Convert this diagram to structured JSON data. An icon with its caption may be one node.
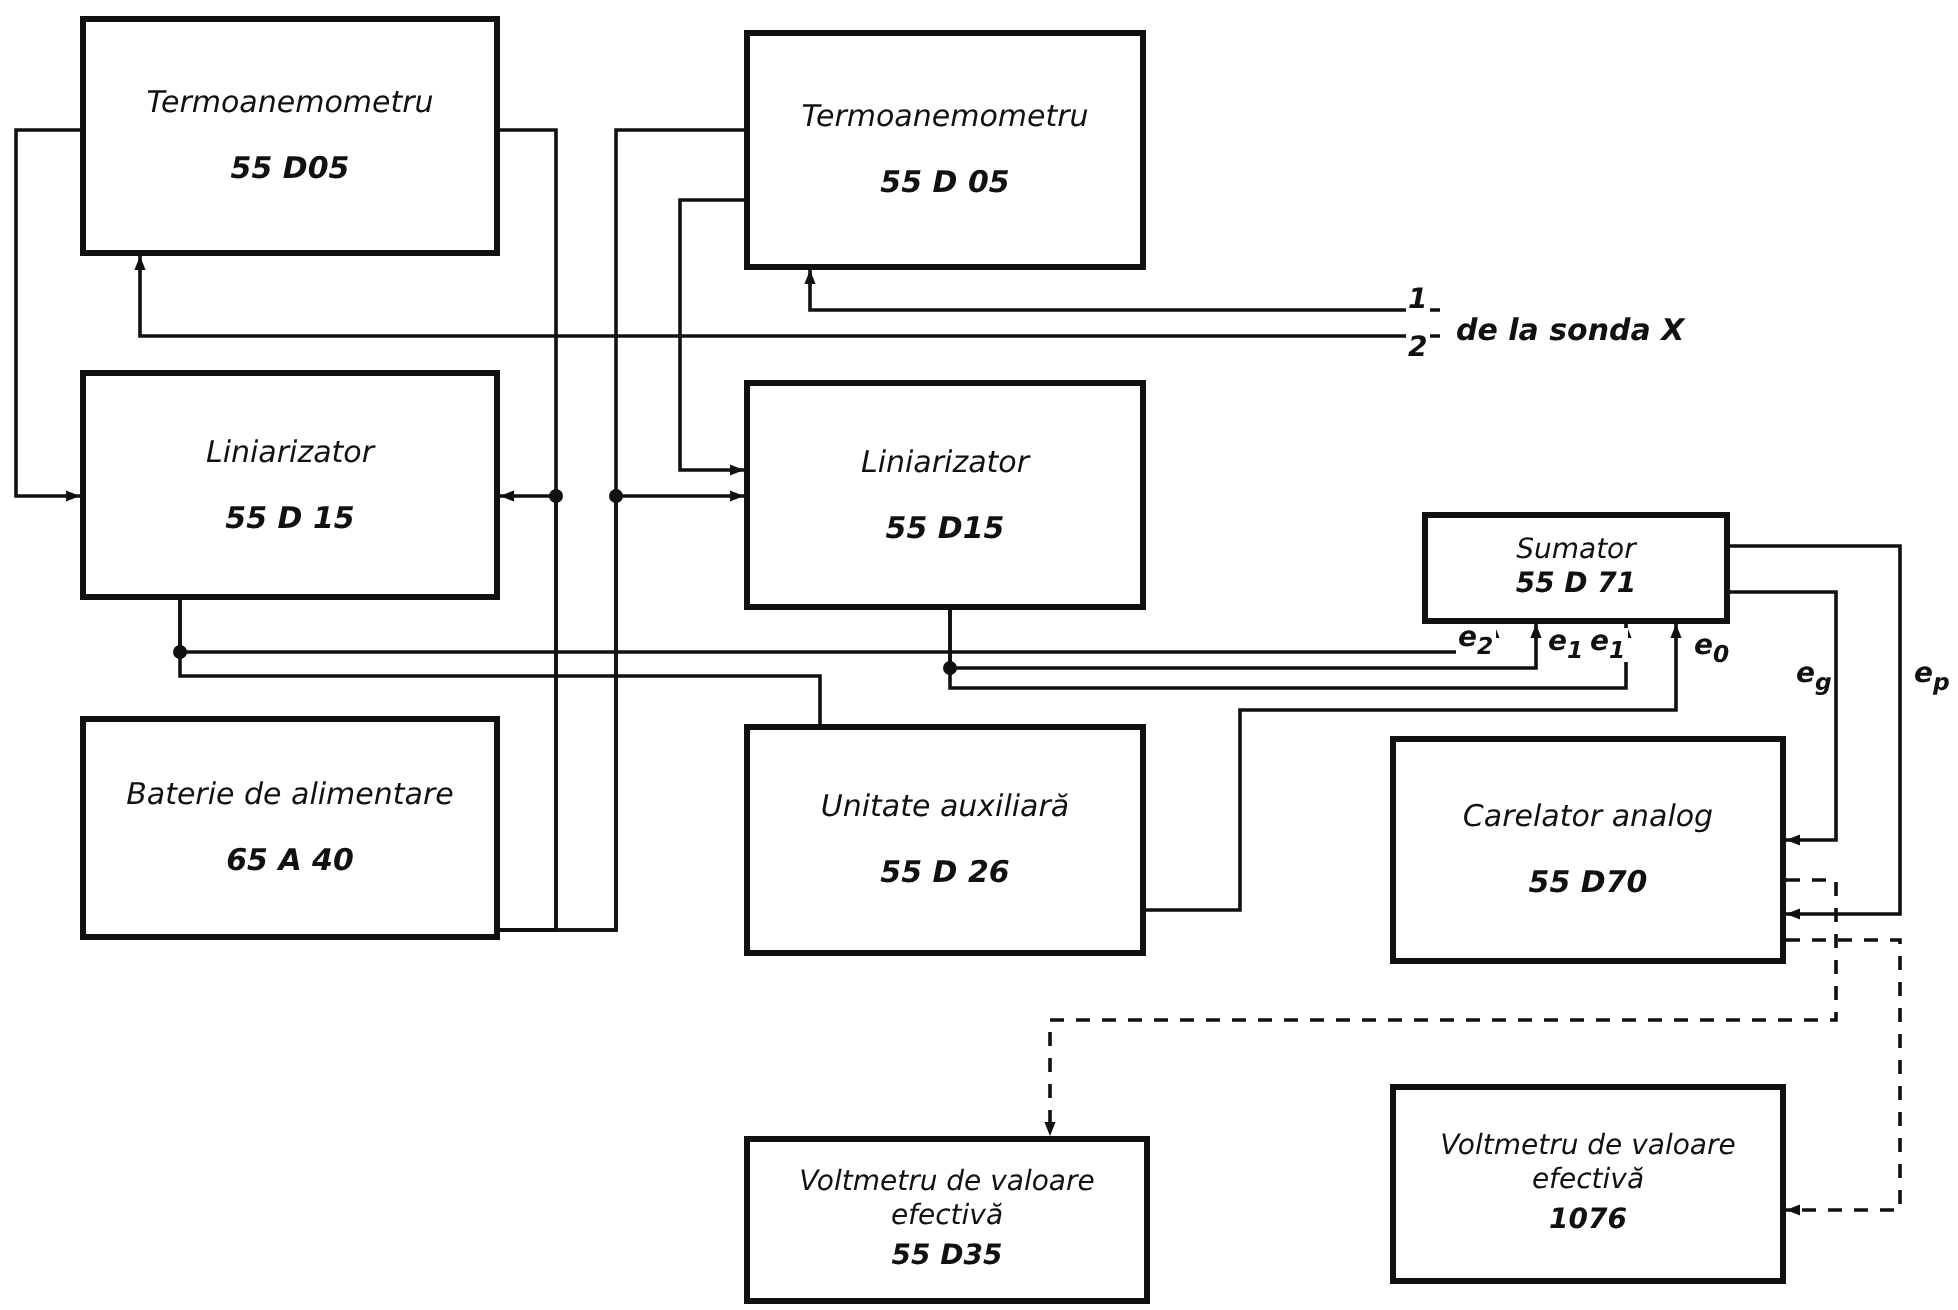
{
  "diagram": {
    "nodes": [
      {
        "text": [
          "Termoanemometru",
          "55 D05"
        ]
      },
      {
        "text": [
          "Termoanemometru",
          "55 D 05"
        ]
      },
      {
        "text": [
          "Liniarizator",
          "55 D 15"
        ]
      },
      {
        "text": [
          "Liniarizator",
          "55 D15"
        ]
      },
      {
        "text": [
          "Sumator",
          "55 D 71"
        ]
      },
      {
        "text": [
          "Baterie de alimentare",
          "65 A 40"
        ]
      },
      {
        "text": [
          "Unitate auxiliară",
          "55 D 26"
        ]
      },
      {
        "text": [
          "Carelator analog",
          "55 D70"
        ]
      },
      {
        "text": [
          "Voltmetru de valoare efectivă",
          "55 D35"
        ]
      },
      {
        "text": [
          "Voltmetru de valoare efectivă",
          "1076"
        ]
      },
      {
        "text": [
          "de la sonda X"
        ]
      }
    ],
    "edges": [
      {
        "from": 0,
        "to": 2,
        "arrow": "to"
      },
      {
        "from": 1,
        "to": 3,
        "arrow": "to"
      },
      {
        "from": 10,
        "to": 1,
        "arrow": "to"
      },
      {
        "from": 10,
        "to": 0,
        "arrow": "to"
      },
      {
        "from": 5,
        "to": 2,
        "arrow": "to"
      },
      {
        "from": 5,
        "to": 0,
        "arrow": "none"
      },
      {
        "from": 5,
        "to": 3,
        "arrow": "to"
      },
      {
        "from": 5,
        "to": 1,
        "arrow": "none"
      },
      {
        "from": 2,
        "to": 4,
        "arrow": "to",
        "label": "e$_{2}$"
      },
      {
        "from": 3,
        "to": 4,
        "arrow": "to",
        "label": "e$_{1}$"
      },
      {
        "from": 3,
        "to": 4,
        "arrow": "to",
        "label": "e$_{1}$"
      },
      {
        "from": 6,
        "to": 4,
        "arrow": "to",
        "label": "e$_{0}$"
      },
      {
        "from": 2,
        "to": 6,
        "arrow": "none"
      },
      {
        "from": 4,
        "to": 7,
        "arrow": "to",
        "label": "e$_{g}$"
      },
      {
        "from": 4,
        "to": 7,
        "arrow": "to",
        "label": "e$_{p}$"
      },
      {
        "from": 7,
        "to": 8,
        "arrow": "to",
        "style": "dashed"
      },
      {
        "from": 7,
        "to": 9,
        "arrow": "to",
        "style": "dashed"
      }
    ],
    "labels": [
      "1",
      "2"
    ]
  }
}
